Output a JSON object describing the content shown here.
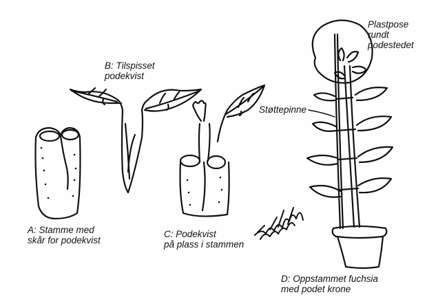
{
  "labels": {
    "a": {
      "line1": "A:  Stamme med",
      "line2": "skår for podekvist"
    },
    "b": {
      "line1": "B:  Tilspisset",
      "line2": "podekvist"
    },
    "c": {
      "line1": "C:  Podekvist",
      "line2": "på plass i stammen"
    },
    "d": {
      "line1": "D:  Oppstammet fuchsia",
      "line2": "med podet krone"
    },
    "plastpose": {
      "line1": "Plastpose",
      "line2": "rundt",
      "line3": "podestedet"
    },
    "stottepinne": "Støttepinne"
  }
}
